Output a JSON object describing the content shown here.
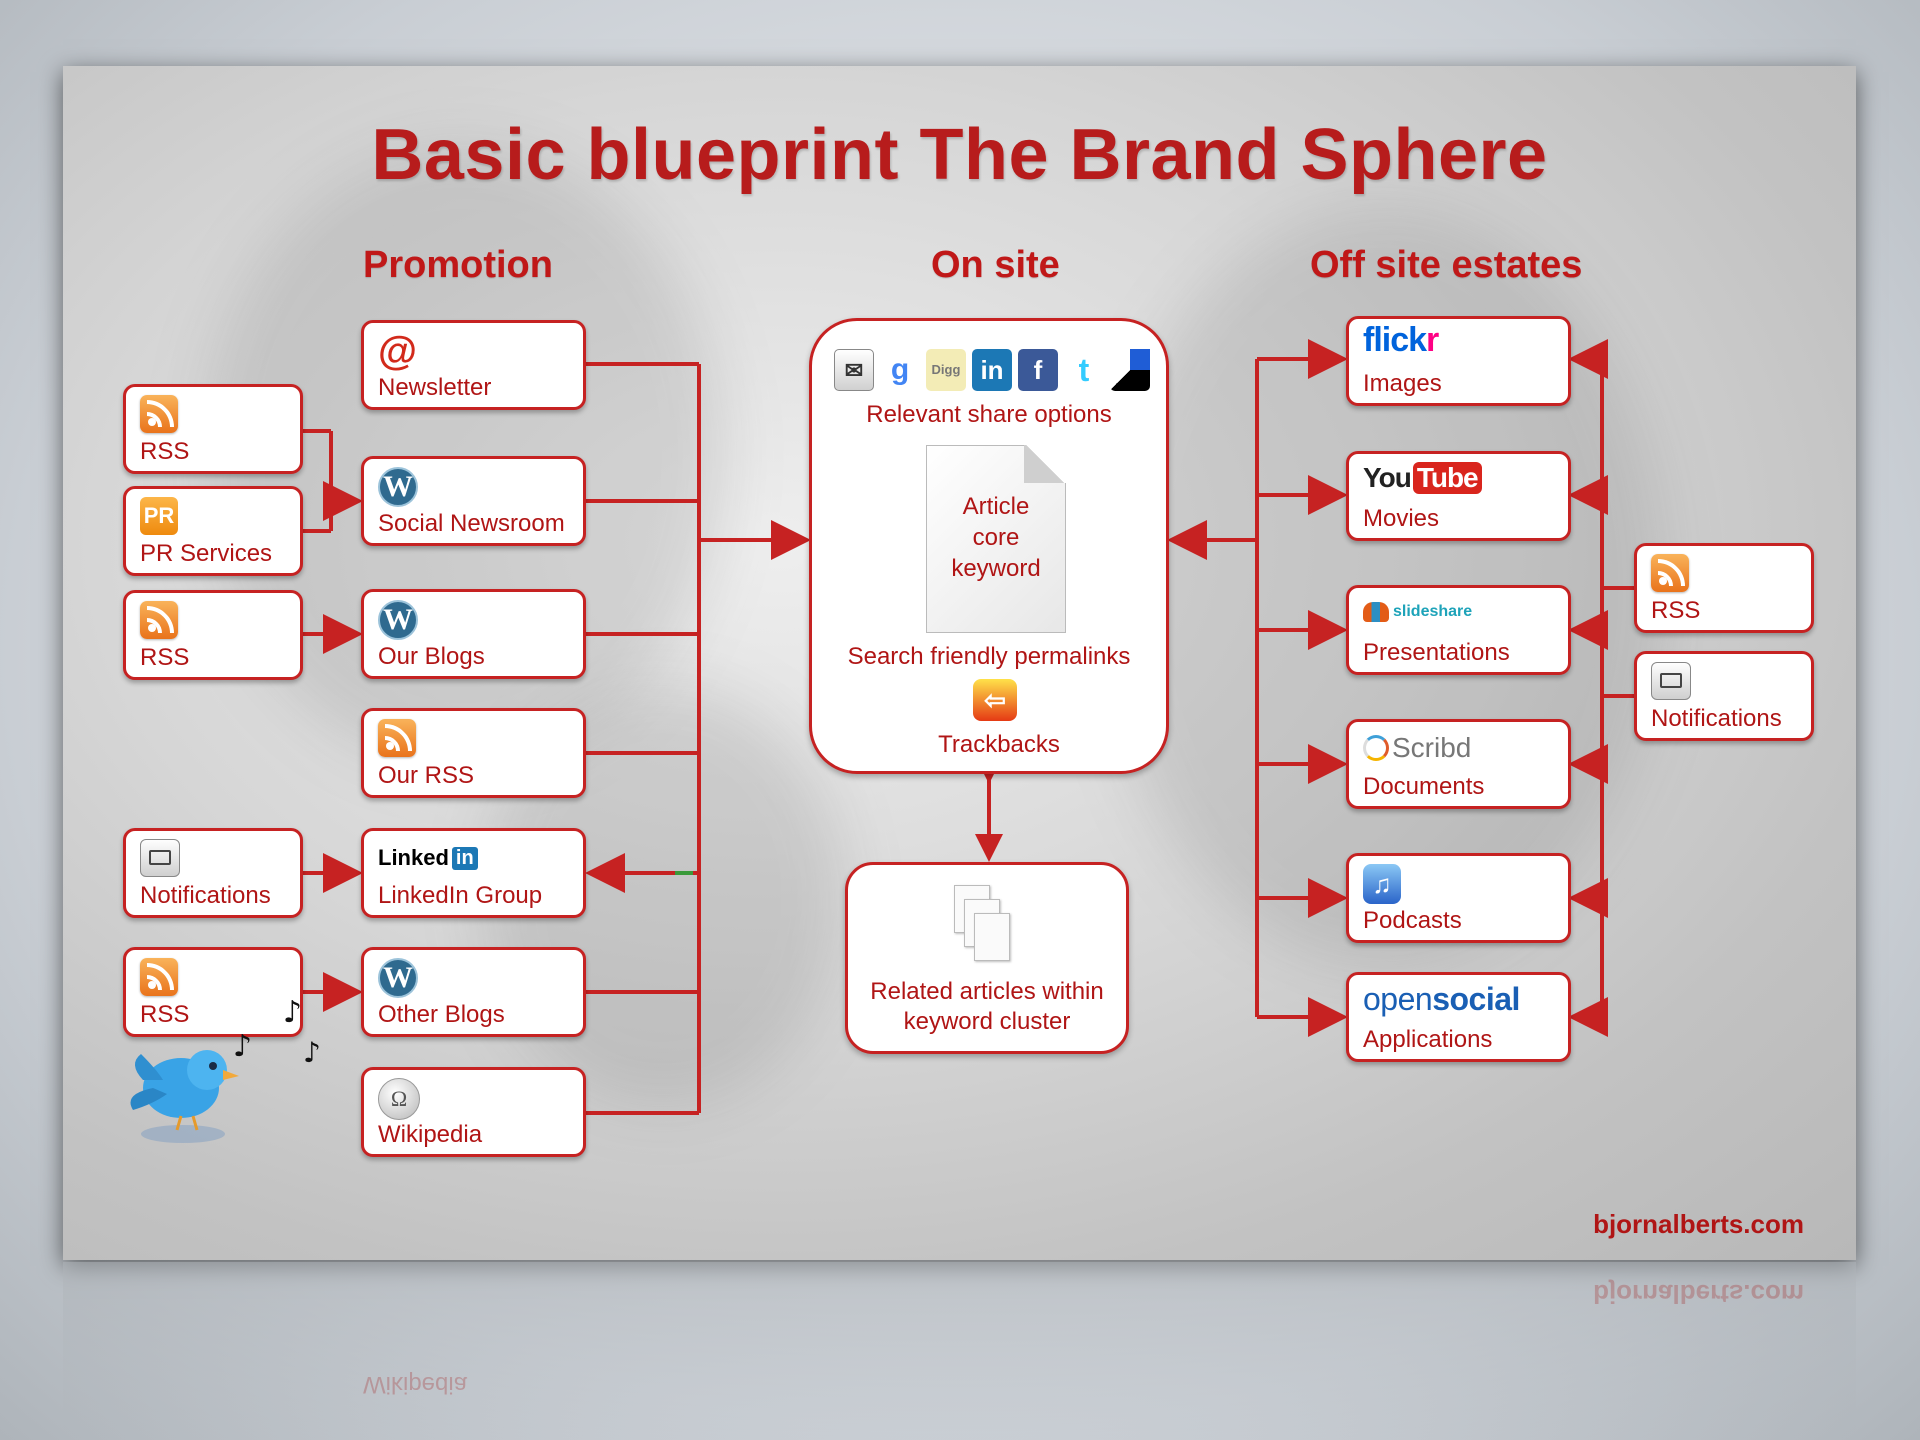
{
  "title": "Basic blueprint The Brand Sphere",
  "columns": {
    "promotion": "Promotion",
    "onsite": "On site",
    "offsite": "Off site estates"
  },
  "promotion": {
    "newsletter": "Newsletter",
    "social_newsroom": "Social Newsroom",
    "our_blogs": "Our Blogs",
    "our_rss": "Our RSS",
    "linkedin_group": "LinkedIn Group",
    "other_blogs": "Other Blogs",
    "wikipedia": "Wikipedia"
  },
  "feeders": {
    "rss_1": "RSS",
    "pr_services": "PR Services",
    "rss_2": "RSS",
    "notifications": "Notifications",
    "rss_3": "RSS"
  },
  "onsite": {
    "share_options": "Relevant share options",
    "article_lines": [
      "Article",
      "core",
      "keyword"
    ],
    "permalinks": "Search friendly permalinks",
    "trackbacks": "Trackbacks",
    "related_lines": [
      "Related articles within",
      "keyword cluster"
    ]
  },
  "offsite": {
    "images": "Images",
    "movies": "Movies",
    "presentations": "Presentations",
    "documents": "Documents",
    "podcasts": "Podcasts",
    "applications": "Applications"
  },
  "offsite_feeders": {
    "rss": "RSS",
    "notifications": "Notifications"
  },
  "logos": {
    "flickr_a": "flick",
    "flickr_b": "r",
    "youtube_a": "You",
    "youtube_b": "Tube",
    "slideshare": "slideshare",
    "scribd": "Scribd",
    "linkedin_a": "Linked",
    "linkedin_b": "in",
    "opensocial_a": "open",
    "opensocial_b": "social"
  },
  "website": "bjornalberts.com",
  "colors": {
    "accent": "#c62222",
    "title": "#b71c1c"
  }
}
